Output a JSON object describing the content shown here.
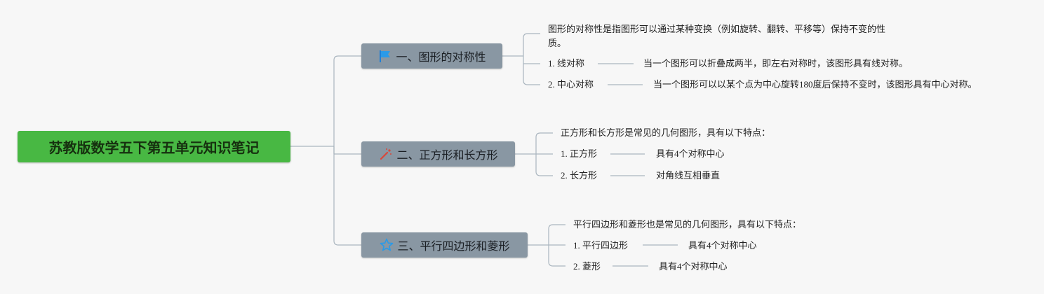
{
  "root": {
    "title": "苏教版数学五下第五单元知识笔记"
  },
  "branches": [
    {
      "title": "一、图形的对称性",
      "icon": "blue-flag-icon",
      "intro": "图形的对称性是指图形可以通过某种变换（例如旋转、翻转、平移等）保持不变的性质。",
      "items": [
        {
          "label": "1. 线对称",
          "desc": "当一个图形可以折叠成两半，即左右对称时，该图形具有线对称。"
        },
        {
          "label": "2. 中心对称",
          "desc": "当一个图形可以以某个点为中心旋转180度后保持不变时，该图形具有中心对称。"
        }
      ]
    },
    {
      "title": "二、正方形和长方形",
      "icon": "magic-wand-icon",
      "intro": "正方形和长方形是常见的几何图形，具有以下特点：",
      "items": [
        {
          "label": "1. 正方形",
          "desc": "具有4个对称中心"
        },
        {
          "label": "2. 长方形",
          "desc": "对角线互相垂直"
        }
      ]
    },
    {
      "title": "三、平行四边形和菱形",
      "icon": "star-outline-icon",
      "intro": "平行四边形和菱形也是常见的几何图形，具有以下特点：",
      "items": [
        {
          "label": "1. 平行四边形",
          "desc": "具有4个对称中心"
        },
        {
          "label": "2. 菱形",
          "desc": "具有4个对称中心"
        }
      ]
    }
  ],
  "colors": {
    "root": "#48b843",
    "branch": "#8997a3",
    "connector": "#aab5bf"
  }
}
